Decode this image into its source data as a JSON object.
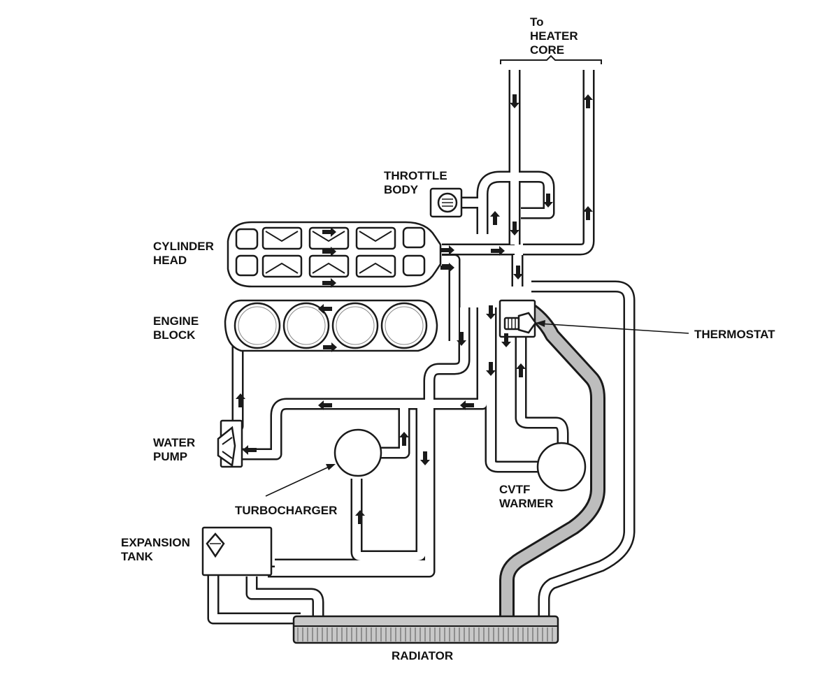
{
  "labels": {
    "to_heater_core": [
      "To",
      "HEATER",
      "CORE"
    ],
    "throttle_body": [
      "THROTTLE",
      "BODY"
    ],
    "cylinder_head": [
      "CYLINDER",
      "HEAD"
    ],
    "engine_block": [
      "ENGINE",
      "BLOCK"
    ],
    "water_pump": [
      "WATER",
      "PUMP"
    ],
    "turbocharger": "TURBOCHARGER",
    "expansion_tank": [
      "EXPANSION",
      "TANK"
    ],
    "cvtf_warmer": [
      "CVTF",
      "WARMER"
    ],
    "thermostat": "THERMOSTAT",
    "radiator": "RADIATOR"
  },
  "colors": {
    "line": "#1a1a1a",
    "pipe_fill": "#ffffff",
    "radiator_hose": "#bdbdbd",
    "radiator_core": "#c8c8c8"
  }
}
